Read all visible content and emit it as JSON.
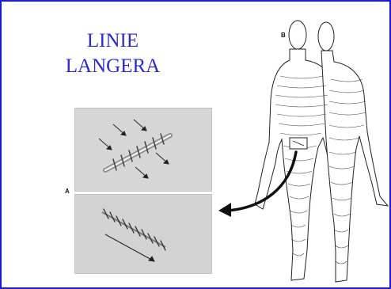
{
  "slide": {
    "title_line1": "LINIE",
    "title_line2": "LANGERA",
    "figure_label_a": "A",
    "figure_label_b": "B"
  },
  "colors": {
    "border": "#1a1ad6",
    "title": "#2a2ad0",
    "photo_background": "#d4d4d4"
  },
  "icons": [
    "suture-photo-diagonal",
    "suture-photo-closed",
    "langer-lines-body-diagram",
    "curved-arrow"
  ]
}
